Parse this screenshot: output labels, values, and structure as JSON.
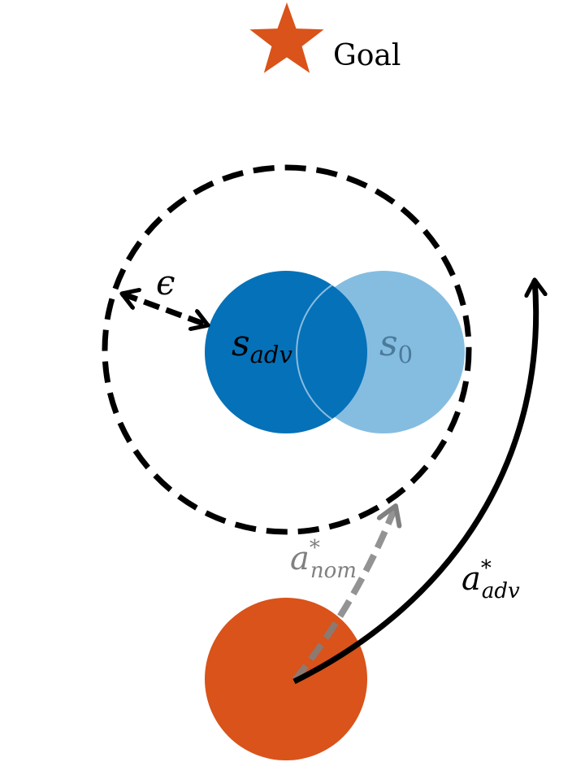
{
  "goal": {
    "label": "Goal",
    "color": "#d9531a",
    "icon": "star-icon"
  },
  "epsilon_ball": {
    "label": "ϵ",
    "stroke_color": "#000000"
  },
  "states": {
    "adversarial": {
      "symbol": "s",
      "subscript": "adv",
      "color": "#0571b8"
    },
    "nominal": {
      "symbol": "s",
      "subscript": "0",
      "color": "#6aaedb"
    }
  },
  "agent": {
    "color": "#d9531a"
  },
  "actions": {
    "nominal": {
      "symbol": "a",
      "superscript": "*",
      "subscript": "nom",
      "color": "#808080"
    },
    "adversarial": {
      "symbol": "a",
      "superscript": "*",
      "subscript": "adv",
      "color": "#000000"
    }
  }
}
